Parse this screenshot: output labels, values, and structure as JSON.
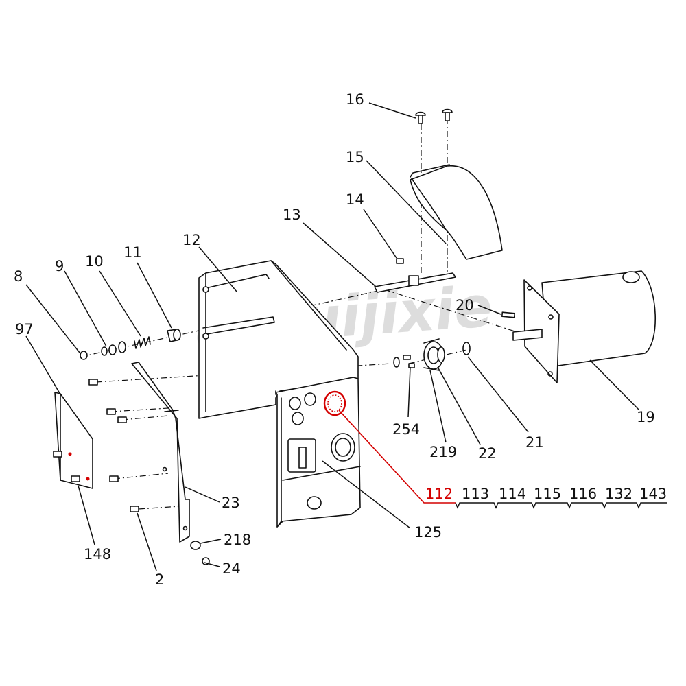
{
  "watermark": "anruijixie",
  "highlight_color": "#d40000",
  "callouts": {
    "p2": "2",
    "p8": "8",
    "p9": "9",
    "p10": "10",
    "p11": "11",
    "p12": "12",
    "p13": "13",
    "p14": "14",
    "p15": "15",
    "p16": "16",
    "p19": "19",
    "p20": "20",
    "p21": "21",
    "p22": "22",
    "p23": "23",
    "p24": "24",
    "p97": "97",
    "p125": "125",
    "p148": "148",
    "p218": "218",
    "p219": "219",
    "p254": "254"
  },
  "highlighted_part": "112",
  "part_group": [
    "113",
    "114",
    "115",
    "116",
    "132",
    "143"
  ]
}
